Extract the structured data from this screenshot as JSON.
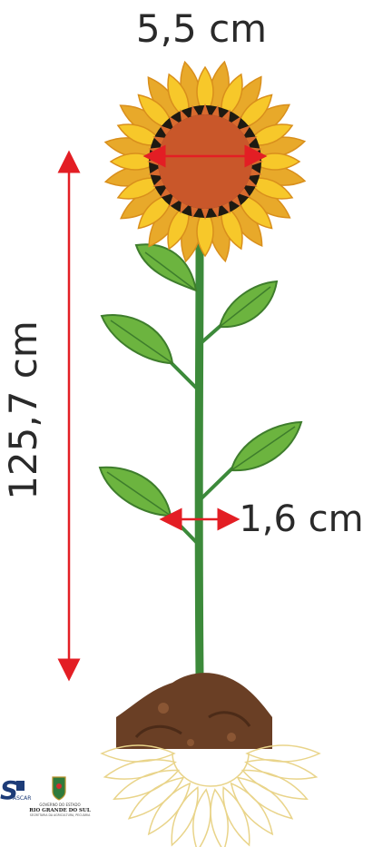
{
  "measurements": {
    "flower_width": "5,5 cm",
    "plant_height": "125,7 cm",
    "stem_width": "1,6 cm"
  },
  "footer": {
    "left_logo_text": "S",
    "left_logo_caption": "ASCAR",
    "gov_line1": "GOVERNO DO ESTADO",
    "gov_line2": "RIO GRANDE DO SUL",
    "gov_line3": "SECRETARIA DA AGRICULTURA, PECUÁRIA"
  },
  "colors": {
    "measure_red": "#e31e24",
    "petal_yellow": "#f7c82a",
    "petal_edge": "#d98f1c",
    "center_brown": "#c9572a",
    "stem_green": "#3c8a3a",
    "leaf_green": "#6cb43f",
    "soil_brown": "#6a3f25",
    "ghost_flower": "#e9d48a"
  }
}
